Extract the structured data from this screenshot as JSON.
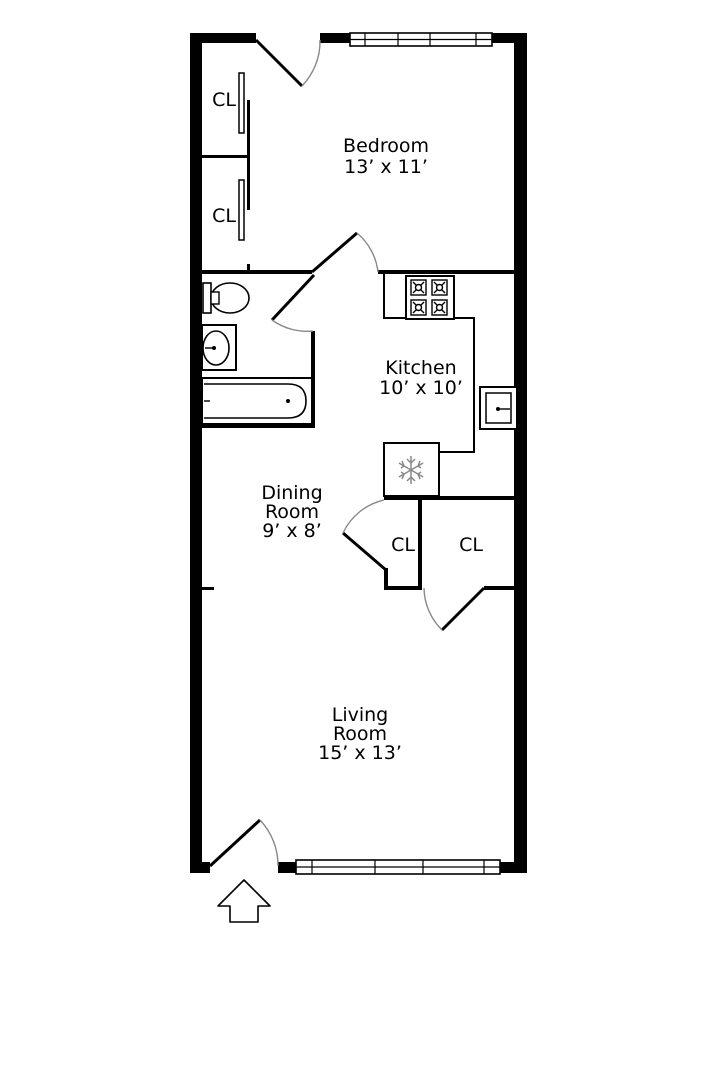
{
  "rooms": {
    "bedroom": {
      "name": "Bedroom",
      "dims": "13’ x 11’"
    },
    "kitchen": {
      "name": "Kitchen",
      "dims": "10’ x 10’"
    },
    "dining": {
      "name1": "Dining",
      "name2": "Room",
      "dims": "9’ x 8’"
    },
    "living": {
      "name1": "Living",
      "name2": "Room",
      "dims": "15’ x 13’"
    }
  },
  "closets": {
    "bedroom_closet_1": "CL",
    "bedroom_closet_2": "CL",
    "dining_closet": "CL",
    "hall_closet": "CL"
  },
  "icons": {
    "stove": "stove-icon",
    "sink": "sink-icon",
    "refrigerator": "snowflake-icon",
    "toilet": "toilet-icon",
    "vanity": "vanity-sink-icon",
    "bathtub": "bathtub-icon",
    "entrance": "entrance-arrow-icon"
  }
}
